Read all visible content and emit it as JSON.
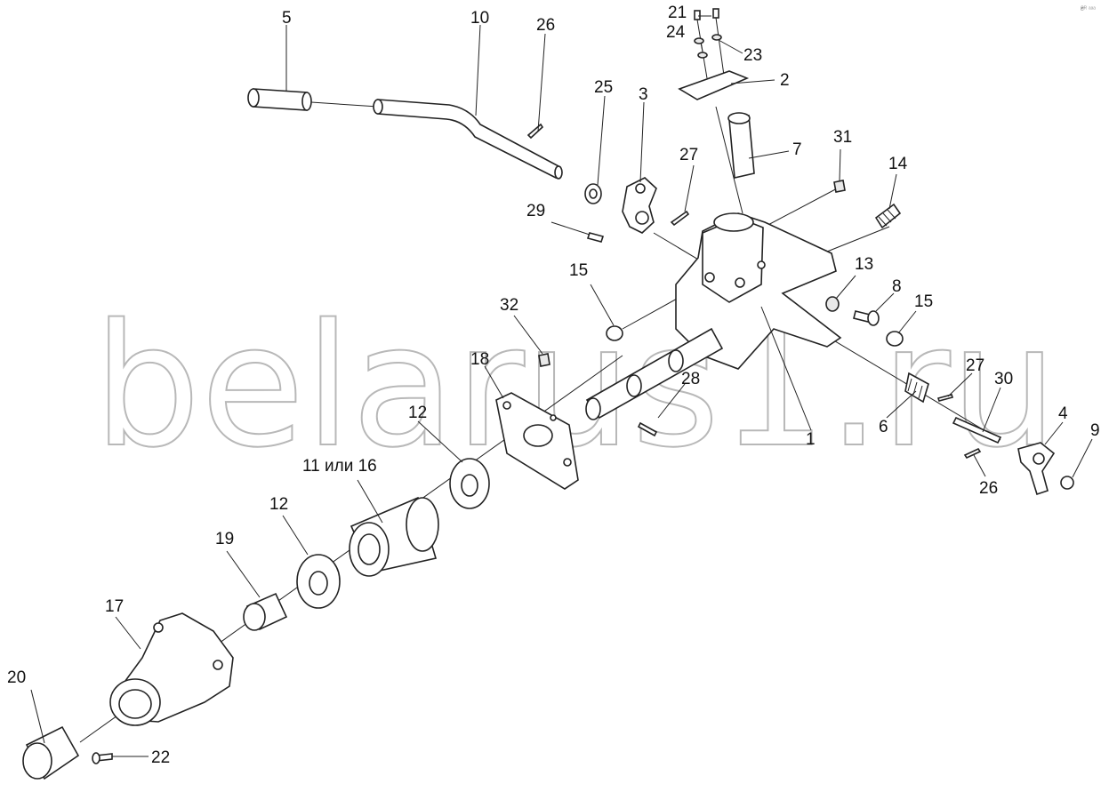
{
  "diagram": {
    "watermark": "belarus1.ru",
    "corner_mark": "₴ᴿ ᵃᵃᵃ",
    "labels": {
      "l1": "1",
      "l2": "2",
      "l3": "3",
      "l4": "4",
      "l5": "5",
      "l6": "6",
      "l7": "7",
      "l8": "8",
      "l9": "9",
      "l10": "10",
      "l11_16": "11 или 16",
      "l12a": "12",
      "l12b": "12",
      "l13": "13",
      "l14": "14",
      "l15a": "15",
      "l15b": "15",
      "l17": "17",
      "l18": "18",
      "l19": "19",
      "l20": "20",
      "l21": "21",
      "l22": "22",
      "l23": "23",
      "l24": "24",
      "l25": "25",
      "l26a": "26",
      "l26b": "26",
      "l27a": "27",
      "l27b": "27",
      "l28": "28",
      "l29": "29",
      "l30": "30",
      "l31": "31",
      "l32": "32"
    }
  }
}
